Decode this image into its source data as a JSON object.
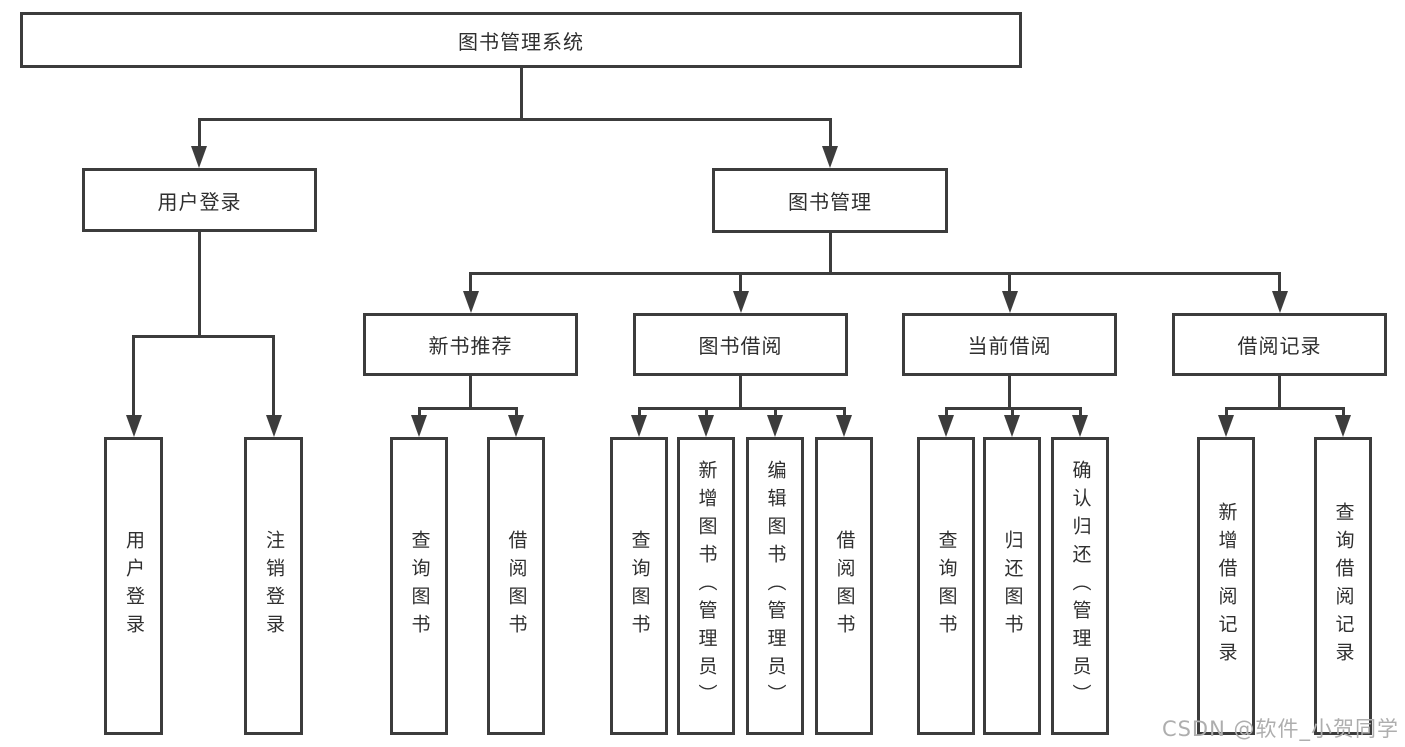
{
  "diagram": {
    "root": {
      "label": "图书管理系统"
    },
    "branches": [
      {
        "label": "用户登录",
        "children": [
          {
            "label": "用户登录"
          },
          {
            "label": "注销登录"
          }
        ]
      },
      {
        "label": "图书管理",
        "children": [
          {
            "label": "新书推荐",
            "children": [
              {
                "label": "查询图书"
              },
              {
                "label": "借阅图书"
              }
            ]
          },
          {
            "label": "图书借阅",
            "children": [
              {
                "label": "查询图书"
              },
              {
                "label": "新增图书（管理员）"
              },
              {
                "label": "编辑图书（管理员）"
              },
              {
                "label": "借阅图书"
              }
            ]
          },
          {
            "label": "当前借阅",
            "children": [
              {
                "label": "查询图书"
              },
              {
                "label": "归还图书"
              },
              {
                "label": "确认归还（管理员）"
              }
            ]
          },
          {
            "label": "借阅记录",
            "children": [
              {
                "label": "新增借阅记录"
              },
              {
                "label": "查询借阅记录"
              }
            ]
          }
        ]
      }
    ],
    "watermark": "CSDN @软件_小贺同学",
    "colors": {
      "line": "#3c3c3c",
      "box_border": "#3c3c3c",
      "box_fill": "#ffffff",
      "text": "#2f2f2f",
      "watermark": "#aeaeae"
    }
  }
}
